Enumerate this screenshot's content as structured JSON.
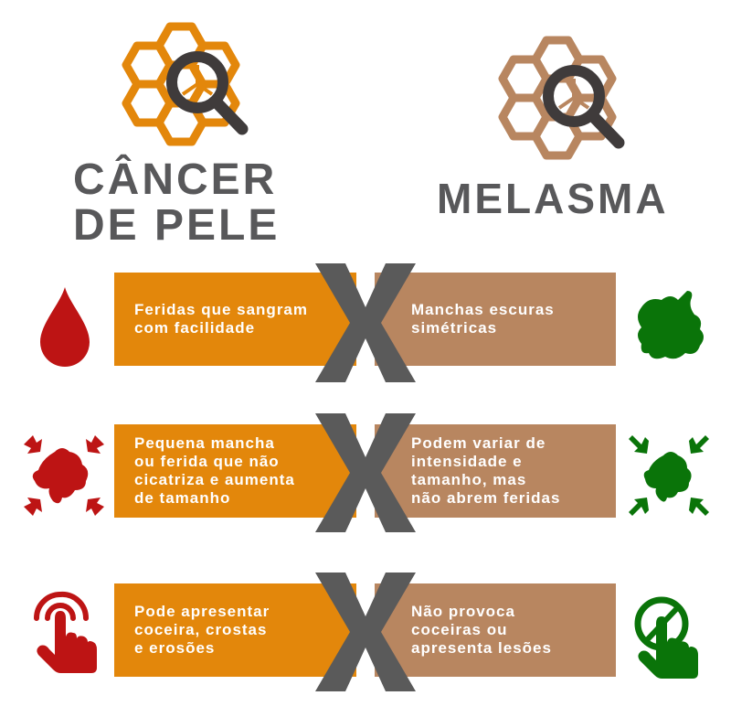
{
  "colors": {
    "cancer_accent": "#E3870B",
    "melasma_accent": "#B88660",
    "vs_mark": "#5A5A5A",
    "title_text": "#58585A",
    "cancer_icon": "#BD1414",
    "melasma_icon": "#0A7409",
    "magnifier": "#3F3B3B"
  },
  "header": {
    "left": {
      "icon": "honeycomb-magnifier-icon",
      "title_line1": "CÂNCER",
      "title_line2": "DE PELE"
    },
    "right": {
      "icon": "honeycomb-magnifier-icon",
      "title": "MELASMA"
    }
  },
  "vs_symbol": "X",
  "rows": [
    {
      "left_icon": "blood-drop-icon",
      "left_lines": [
        "Feridas que sangram",
        "com facilidade"
      ],
      "right_lines": [
        "Manchas escuras",
        "simétricas"
      ],
      "right_icon": "dark-spot-icon"
    },
    {
      "left_icon": "expanding-spot-icon",
      "left_lines": [
        "Pequena mancha",
        "ou ferida que não",
        "cicatriza e aumenta",
        "de tamanho"
      ],
      "right_lines": [
        "Podem variar de",
        "intensidade e",
        "tamanho, mas",
        "não abrem feridas"
      ],
      "right_icon": "contracting-spot-icon"
    },
    {
      "left_icon": "touch-finger-icon",
      "left_lines": [
        "Pode apresentar",
        "coceira, crostas",
        "e erosões"
      ],
      "right_lines": [
        "Não provoca",
        "coceiras ou",
        "apresenta lesões"
      ],
      "right_icon": "no-touch-finger-icon"
    }
  ]
}
